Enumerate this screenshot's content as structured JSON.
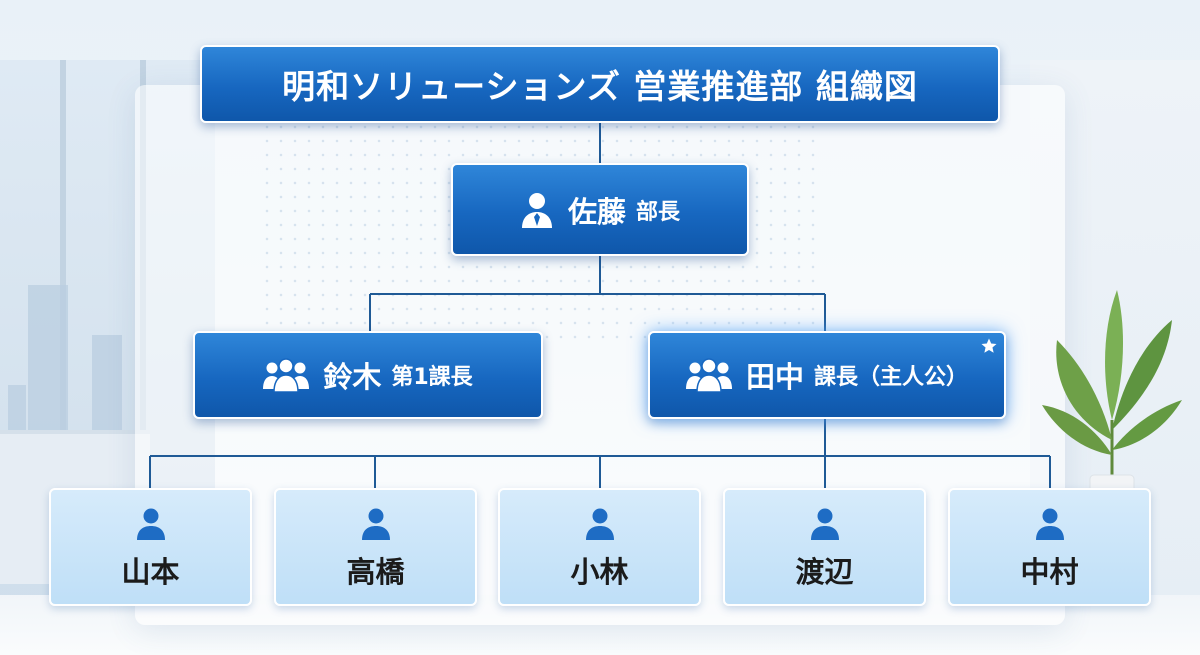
{
  "title": "明和ソリューションズ 営業推進部 組織図",
  "manager": {
    "name": "佐藤",
    "role": "部長",
    "icon": "person-icon"
  },
  "section_chiefs": [
    {
      "name": "鈴木",
      "role": "第1課長",
      "icon": "group-icon"
    },
    {
      "name": "田中",
      "role": "課長（主人公）",
      "icon": "group-icon",
      "badge": "star-icon"
    }
  ],
  "members": [
    {
      "name": "山本",
      "icon": "person-icon"
    },
    {
      "name": "高橋",
      "icon": "person-icon"
    },
    {
      "name": "小林",
      "icon": "person-icon"
    },
    {
      "name": "渡辺",
      "icon": "person-icon"
    },
    {
      "name": "中村",
      "icon": "person-icon"
    }
  ],
  "colors": {
    "box_dark": "#1767c0",
    "box_light": "#c8e4f9",
    "connector": "#1f5a96",
    "member_icon": "#1e6cc4"
  }
}
